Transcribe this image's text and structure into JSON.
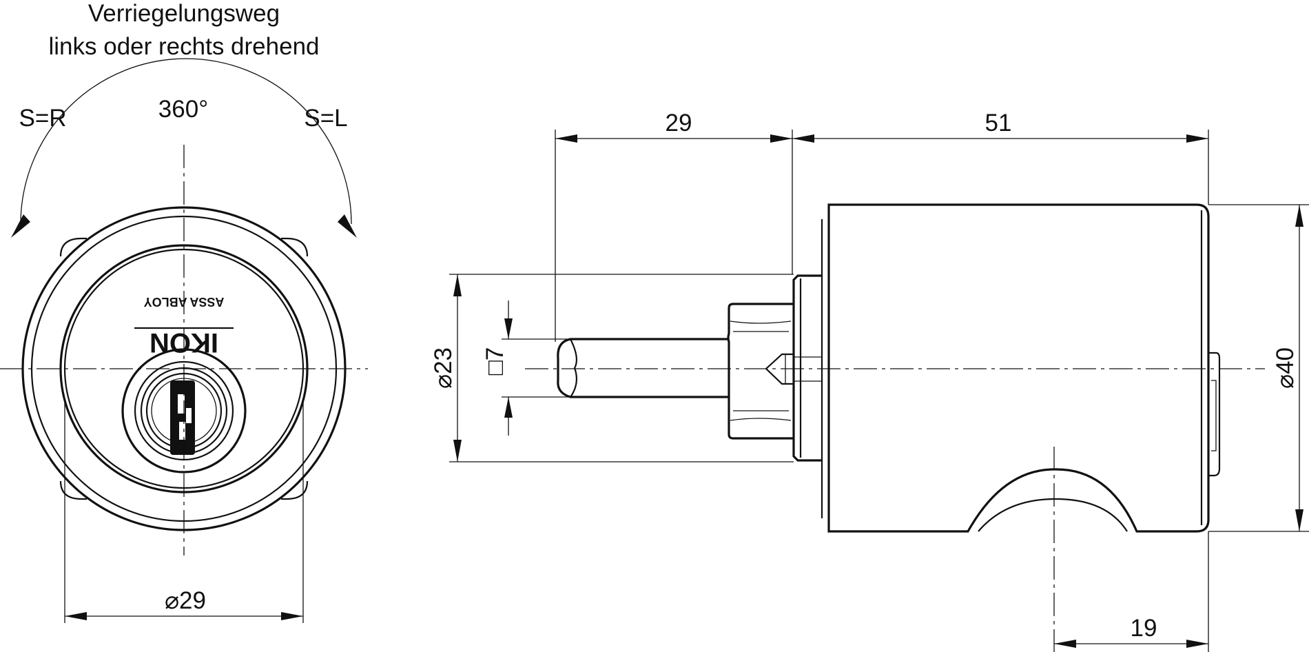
{
  "front_view": {
    "title_line1": "Verriegelungsweg",
    "title_line2": "links oder rechts drehend",
    "label_left": "S=R",
    "label_angle": "360°",
    "label_right": "S=L",
    "dim_diameter_29": "⌀29",
    "logo_brand": "IKON",
    "logo_group": "ASSA ABLOY"
  },
  "side_view": {
    "dim_29": "29",
    "dim_51": "51",
    "dim_diameter_23": "⌀23",
    "dim_square_7": "□7",
    "dim_diameter_40": "⌀40",
    "dim_19": "19"
  }
}
